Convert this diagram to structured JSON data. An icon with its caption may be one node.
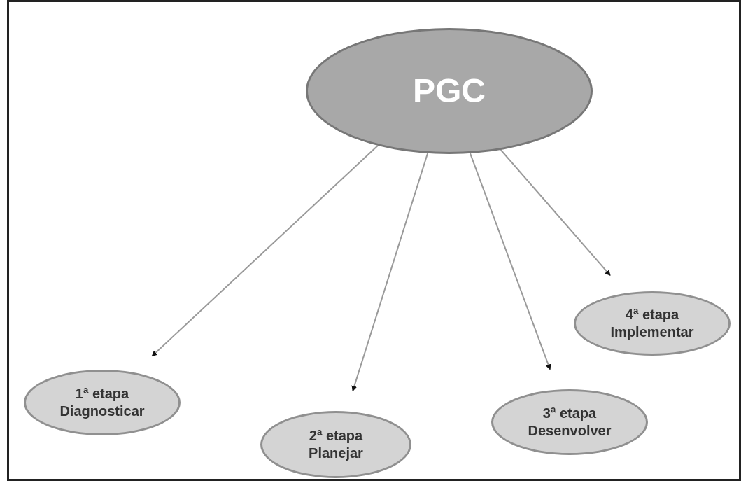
{
  "diagram": {
    "nodes": [
      {
        "text": [
          "PGC"
        ]
      },
      {
        "text": [
          "1ª etapa",
          "Diagnosticar"
        ]
      },
      {
        "text": [
          "2ª etapa",
          "Planejar"
        ]
      },
      {
        "text": [
          "3ª etapa",
          "Desenvolver"
        ]
      },
      {
        "text": [
          "4ª etapa",
          "Implementar"
        ]
      }
    ],
    "edges": [
      {
        "from": 0,
        "to": 1,
        "arrow": "to"
      },
      {
        "from": 0,
        "to": 2,
        "arrow": "to"
      },
      {
        "from": 0,
        "to": 3,
        "arrow": "to"
      },
      {
        "from": 0,
        "to": 4,
        "arrow": "to"
      }
    ]
  }
}
